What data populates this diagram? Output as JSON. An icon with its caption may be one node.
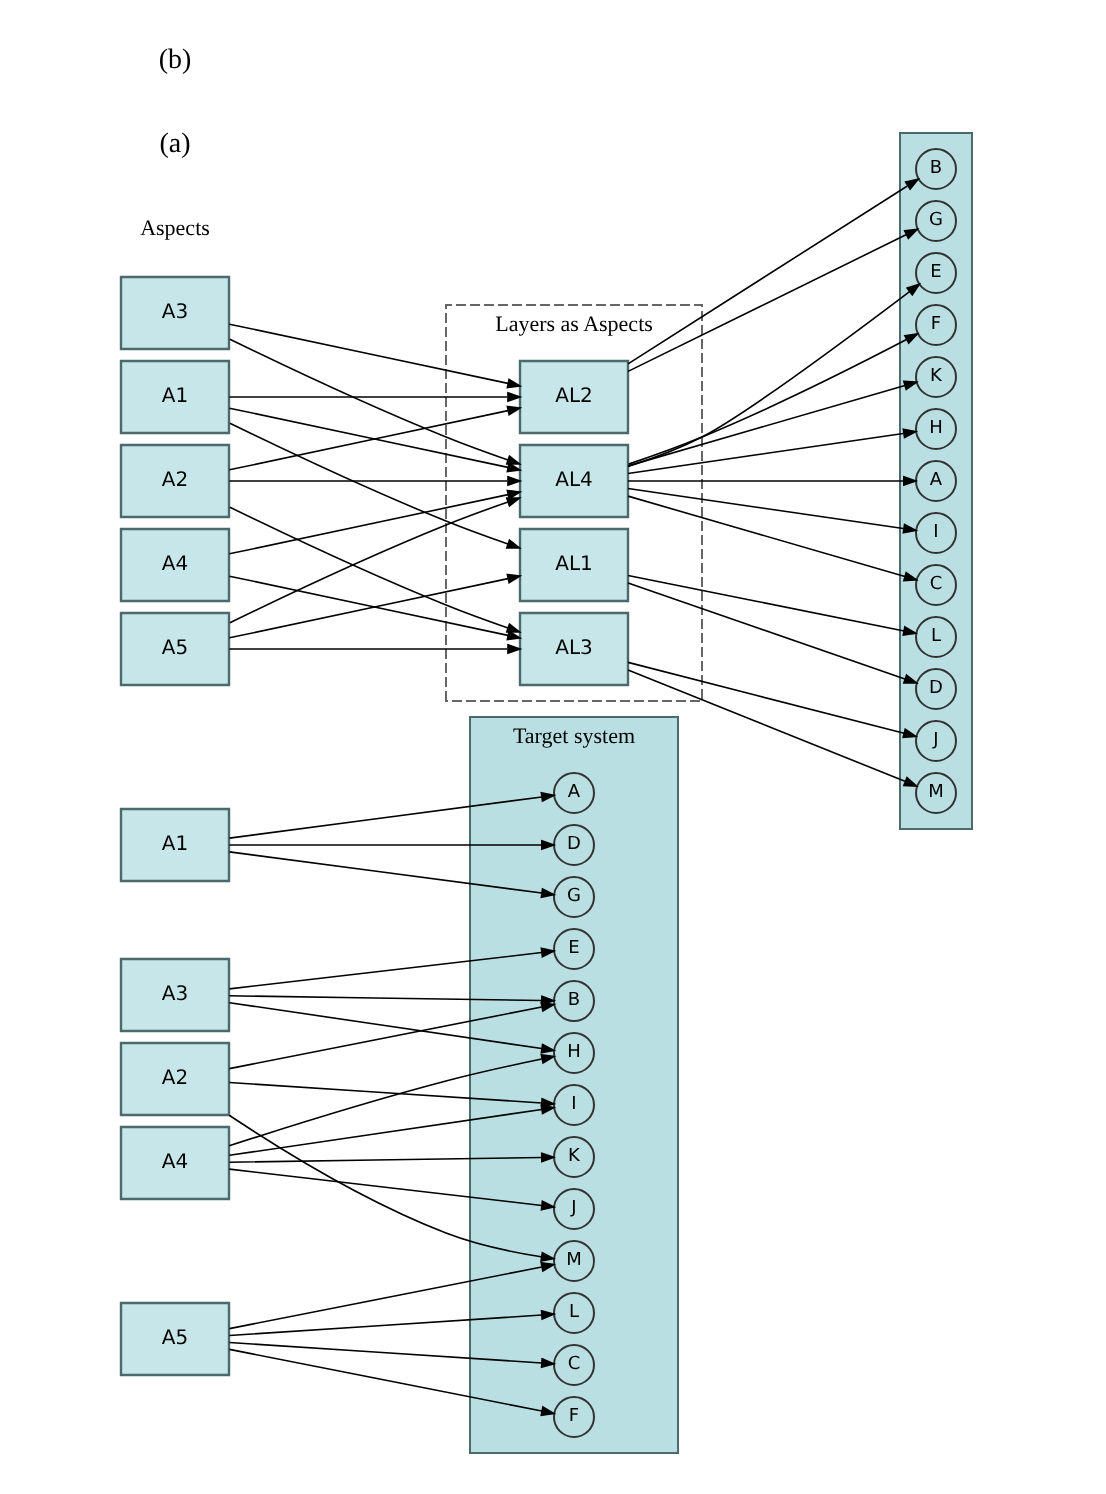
{
  "diagram": {
    "nodes": [
      {
        "text": [
          "A1"
        ]
      },
      {
        "text": [
          "A2"
        ]
      },
      {
        "text": [
          "A3"
        ]
      },
      {
        "text": [
          "A4"
        ]
      },
      {
        "text": [
          "A5"
        ]
      },
      {
        "text": [
          "Target system"
        ]
      },
      {
        "text": [
          "A"
        ],
        "in": 5
      },
      {
        "text": [
          "B"
        ],
        "in": 5
      },
      {
        "text": [
          "C"
        ],
        "in": 5
      },
      {
        "text": [
          "D"
        ],
        "in": 5
      },
      {
        "text": [
          "E"
        ],
        "in": 5
      },
      {
        "text": [
          "F"
        ],
        "in": 5
      },
      {
        "text": [
          "G"
        ],
        "in": 5
      },
      {
        "text": [
          "H"
        ],
        "in": 5
      },
      {
        "text": [
          "I"
        ],
        "in": 5
      },
      {
        "text": [
          "J"
        ],
        "in": 5
      },
      {
        "text": [
          "K"
        ],
        "in": 5
      },
      {
        "text": [
          "L"
        ],
        "in": 5
      },
      {
        "text": [
          "M"
        ],
        "in": 5
      },
      {
        "text": [
          "A1"
        ]
      },
      {
        "text": [
          "A2"
        ]
      },
      {
        "text": [
          "A3"
        ]
      },
      {
        "text": [
          "A4"
        ]
      },
      {
        "text": [
          "A5"
        ]
      },
      {
        "text": [
          "Layers as Aspects"
        ]
      },
      {
        "text": [
          "AL1"
        ],
        "in": 24
      },
      {
        "text": [
          "AL2"
        ],
        "in": 24
      },
      {
        "text": [
          "AL3"
        ],
        "in": 24
      },
      {
        "text": [
          "AL4"
        ],
        "in": 24
      },
      {
        "text": [],
        "shape": "box"
      },
      {
        "text": [
          "A"
        ],
        "in": 29
      },
      {
        "text": [
          "B"
        ],
        "in": 29
      },
      {
        "text": [
          "C"
        ],
        "in": 29
      },
      {
        "text": [
          "D"
        ],
        "in": 29
      },
      {
        "text": [
          "E"
        ],
        "in": 29
      },
      {
        "text": [
          "F"
        ],
        "in": 29
      },
      {
        "text": [
          "G"
        ],
        "in": 29
      },
      {
        "text": [
          "H"
        ],
        "in": 29
      },
      {
        "text": [
          "I"
        ],
        "in": 29
      },
      {
        "text": [
          "J"
        ],
        "in": 29
      },
      {
        "text": [
          "K"
        ],
        "in": 29
      },
      {
        "text": [
          "L"
        ],
        "in": 29
      },
      {
        "text": [
          "M"
        ],
        "in": 29
      }
    ],
    "edges": [
      {
        "from": 0,
        "to": 6,
        "arrow": "to"
      },
      {
        "from": 0,
        "to": 9,
        "arrow": "to"
      },
      {
        "from": 0,
        "to": 12,
        "arrow": "to"
      },
      {
        "from": 1,
        "to": 7,
        "arrow": "to"
      },
      {
        "from": 1,
        "to": 14,
        "arrow": "to"
      },
      {
        "from": 1,
        "to": 18,
        "arrow": "to"
      },
      {
        "from": 2,
        "to": 7,
        "arrow": "to"
      },
      {
        "from": 2,
        "to": 10,
        "arrow": "to"
      },
      {
        "from": 2,
        "to": 13,
        "arrow": "to"
      },
      {
        "from": 3,
        "to": 13,
        "arrow": "to"
      },
      {
        "from": 3,
        "to": 14,
        "arrow": "to"
      },
      {
        "from": 3,
        "to": 15,
        "arrow": "to"
      },
      {
        "from": 3,
        "to": 16,
        "arrow": "to"
      },
      {
        "from": 4,
        "to": 8,
        "arrow": "to"
      },
      {
        "from": 4,
        "to": 11,
        "arrow": "to"
      },
      {
        "from": 4,
        "to": 17,
        "arrow": "to"
      },
      {
        "from": 4,
        "to": 18,
        "arrow": "to"
      },
      {
        "from": 19,
        "to": 25,
        "arrow": "to"
      },
      {
        "from": 19,
        "to": 26,
        "arrow": "to"
      },
      {
        "from": 19,
        "to": 28,
        "arrow": "to"
      },
      {
        "from": 20,
        "to": 26,
        "arrow": "to"
      },
      {
        "from": 20,
        "to": 27,
        "arrow": "to"
      },
      {
        "from": 20,
        "to": 28,
        "arrow": "to"
      },
      {
        "from": 21,
        "to": 26,
        "arrow": "to"
      },
      {
        "from": 21,
        "to": 28,
        "arrow": "to"
      },
      {
        "from": 22,
        "to": 27,
        "arrow": "to"
      },
      {
        "from": 22,
        "to": 28,
        "arrow": "to"
      },
      {
        "from": 23,
        "to": 25,
        "arrow": "to"
      },
      {
        "from": 23,
        "to": 27,
        "arrow": "to"
      },
      {
        "from": 23,
        "to": 28,
        "arrow": "to"
      },
      {
        "from": 25,
        "to": 33,
        "arrow": "to"
      },
      {
        "from": 25,
        "to": 41,
        "arrow": "to"
      },
      {
        "from": 26,
        "to": 31,
        "arrow": "to"
      },
      {
        "from": 26,
        "to": 36,
        "arrow": "to"
      },
      {
        "from": 27,
        "to": 39,
        "arrow": "to"
      },
      {
        "from": 27,
        "to": 42,
        "arrow": "to"
      },
      {
        "from": 28,
        "to": 30,
        "arrow": "to"
      },
      {
        "from": 28,
        "to": 32,
        "arrow": "to"
      },
      {
        "from": 28,
        "to": 34,
        "arrow": "to"
      },
      {
        "from": 28,
        "to": 35,
        "arrow": "to"
      },
      {
        "from": 28,
        "to": 37,
        "arrow": "to"
      },
      {
        "from": 28,
        "to": 38,
        "arrow": "to"
      },
      {
        "from": 28,
        "to": 40,
        "arrow": "to"
      }
    ],
    "labels": [
      "Aspects",
      "(a)",
      "(b)"
    ]
  }
}
